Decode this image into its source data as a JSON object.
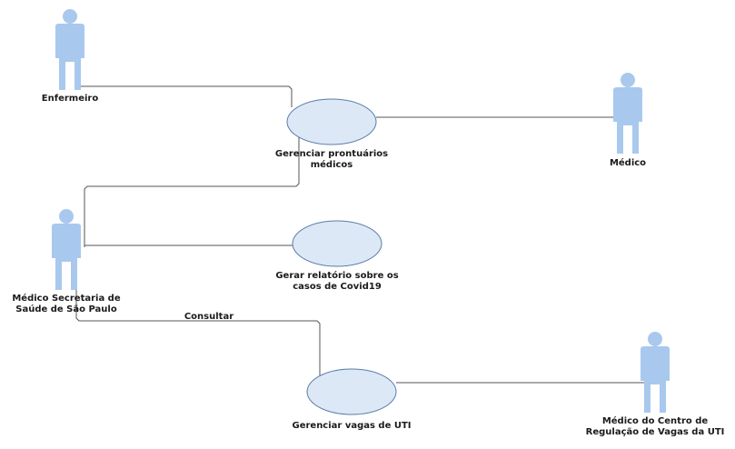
{
  "colors": {
    "actor_fill": "#a9c8ee",
    "usecase_fill": "#dde8f6",
    "usecase_stroke": "#5a7ea8",
    "line": "#555555"
  },
  "actors": {
    "enfermeiro": {
      "name": "Enfermeiro",
      "icon": "actor-icon"
    },
    "medico": {
      "name": "Médico",
      "icon": "actor-icon"
    },
    "secretaria": {
      "line1": "Médico Secretaria de",
      "line2": "Saúde de São Paulo",
      "icon": "actor-icon"
    },
    "regulacao": {
      "line1": "Médico do Centro de",
      "line2": "Regulação de Vagas da UTI",
      "icon": "actor-icon"
    }
  },
  "usecases": {
    "prontuarios": {
      "line1": "Gerenciar prontuários",
      "line2": "médicos"
    },
    "relatorio": {
      "line1": "Gerar relatório sobre os",
      "line2": "casos de Covid19"
    },
    "vagas": {
      "label": "Gerenciar vagas de UTI"
    }
  },
  "connector_labels": {
    "consultar": "Consultar"
  }
}
